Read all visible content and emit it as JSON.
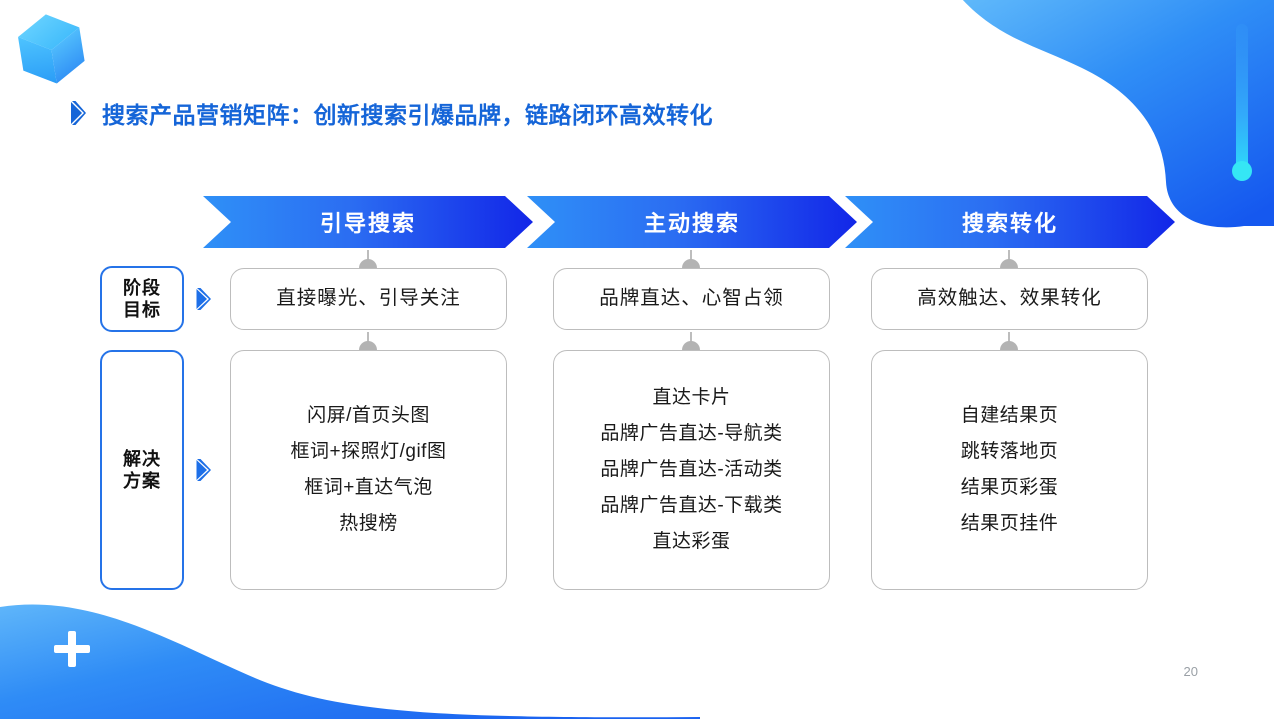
{
  "slide": {
    "page_number": "20",
    "title": "搜索产品营销矩阵：创新搜索引爆品牌，链路闭环高效转化",
    "title_color": "#1565d8"
  },
  "icons": {
    "logo": "cube-logo-icon",
    "title_chevron": "chevron-right-icon",
    "row_arrow": "chevron-right-icon",
    "plus_large": "plus-icon",
    "plus_small": "plus-icon",
    "accent_dot": "dot-icon"
  },
  "colors": {
    "banner_start": "#2f90f7",
    "banner_mid": "#2b6df2",
    "banner_end": "#1226e8",
    "category_border": "#2573e8",
    "box_border": "#bdbdbd",
    "connector": "#b3b3b3",
    "page_number": "#9aa0a6"
  },
  "stages": [
    {
      "banner": "引导搜索"
    },
    {
      "banner": "主动搜索"
    },
    {
      "banner": "搜索转化"
    }
  ],
  "rows": [
    {
      "label_line1": "阶段",
      "label_line2": "目标",
      "cells": [
        {
          "lines": [
            "直接曝光、引导关注"
          ]
        },
        {
          "lines": [
            "品牌直达、心智占领"
          ]
        },
        {
          "lines": [
            "高效触达、效果转化"
          ]
        }
      ]
    },
    {
      "label_line1": "解决",
      "label_line2": "方案",
      "cells": [
        {
          "lines": [
            "闪屏/首页头图",
            "框词+探照灯/gif图",
            "框词+直达气泡",
            "热搜榜"
          ]
        },
        {
          "lines": [
            "直达卡片",
            "品牌广告直达-导航类",
            "品牌广告直达-活动类",
            "品牌广告直达-下载类",
            "直达彩蛋"
          ]
        },
        {
          "lines": [
            "自建结果页",
            "跳转落地页",
            "结果页彩蛋",
            "结果页挂件"
          ]
        }
      ]
    }
  ]
}
